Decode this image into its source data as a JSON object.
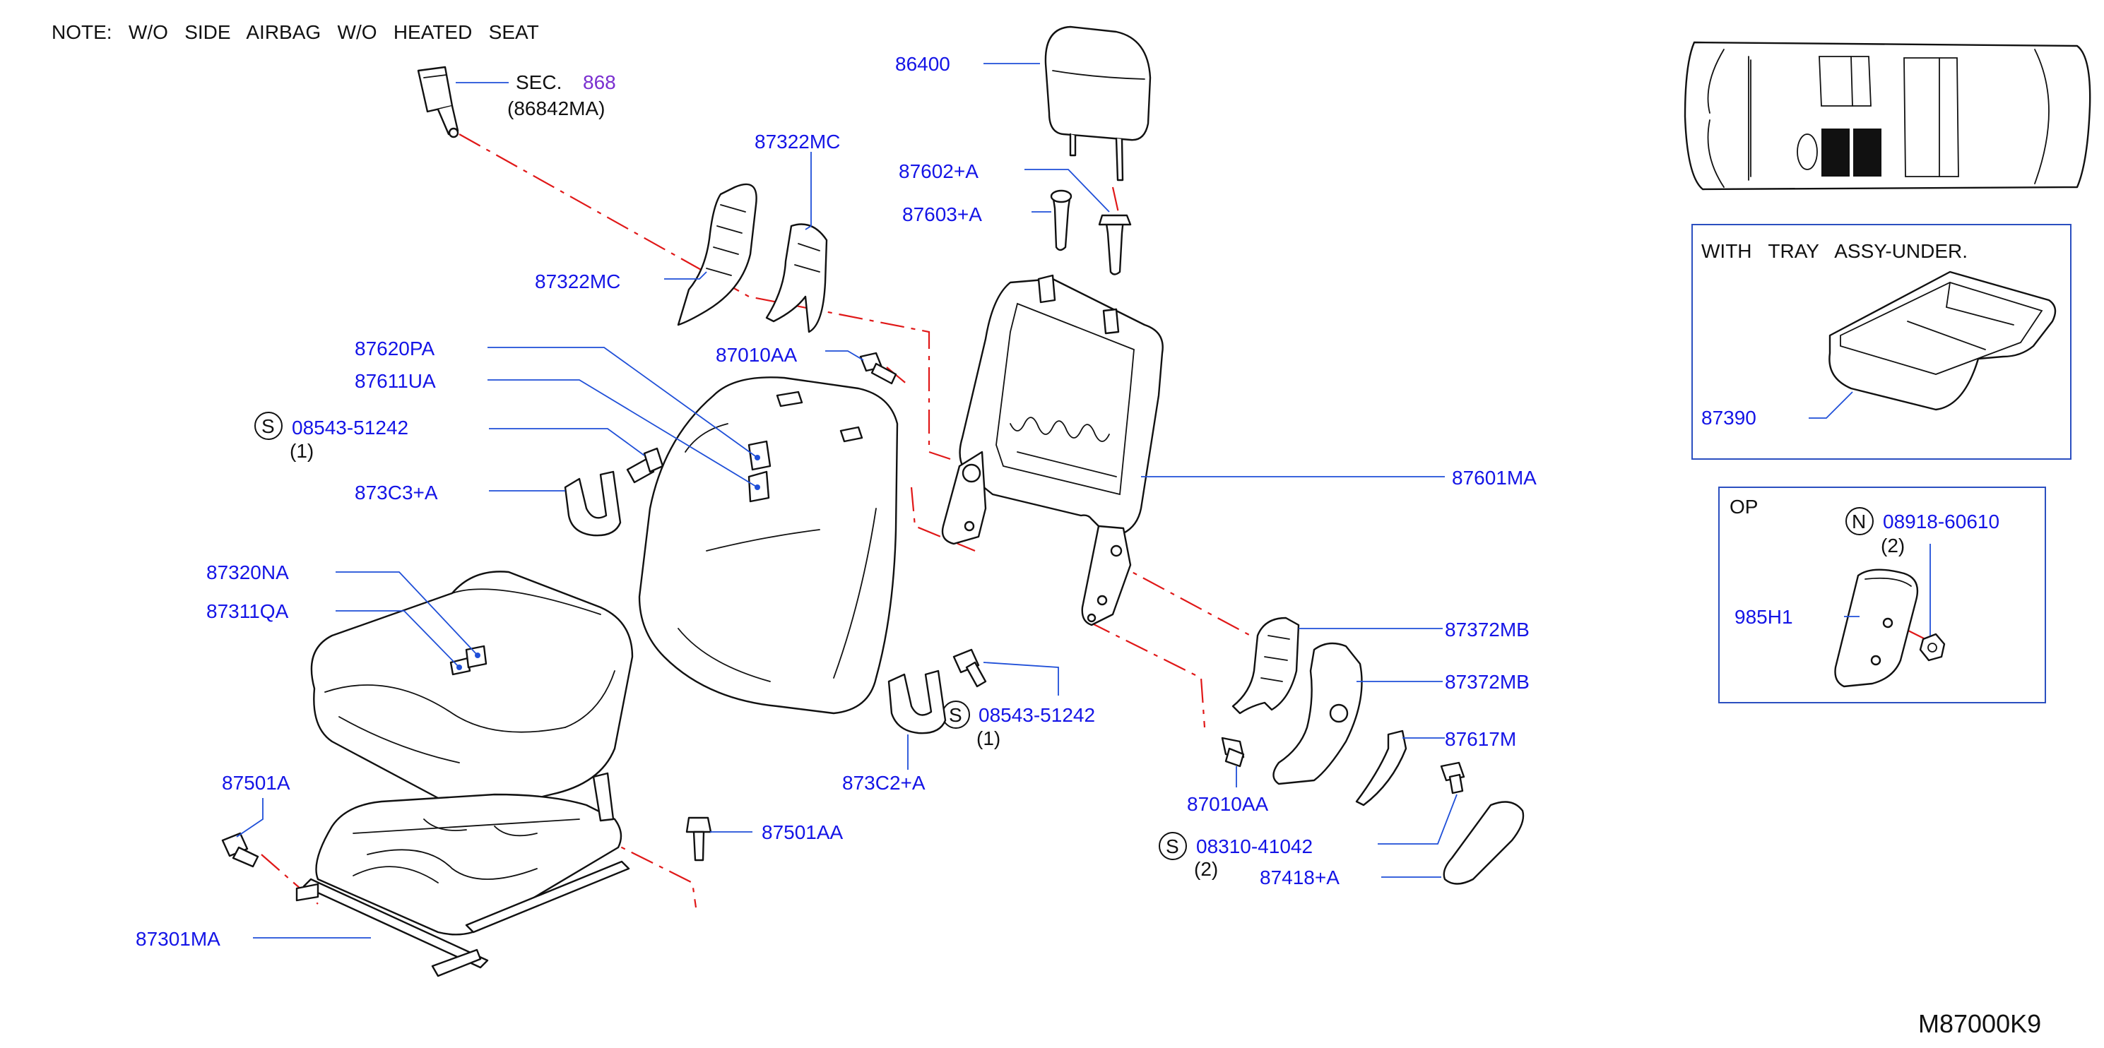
{
  "diagram_id": "M87000K9",
  "note": "NOTE:   W/O   SIDE   AIRBAG   W/O   HEATED   SEAT",
  "section_ref": {
    "prefix": "SEC.",
    "number": "868",
    "sub": "(86842MA)"
  },
  "parts": {
    "headrest": "86400",
    "guide_a": "87602+A",
    "guide_b": "87603+A",
    "finisher_1": "87322MC",
    "finisher_2": "87322MC",
    "back_bolt": "87010AA",
    "pad_a": "87620PA",
    "pad_b": "87611UA",
    "screw_1": "08543-51242",
    "screw_1_qty": "(1)",
    "clip_1": "873C3+A",
    "back_frame": "87601MA",
    "cushion_trim": "87320NA",
    "cushion_pad": "87311QA",
    "screw_2": "08543-51242",
    "screw_2_qty": "(1)",
    "clip_2": "873C2+A",
    "side_finisher_1": "87372MB",
    "side_finisher_2": "87372MB",
    "knob": "87617M",
    "lower_bolt": "87010AA",
    "screw_3": "08310-41042",
    "screw_3_qty": "(2)",
    "cover": "87418+A",
    "bolt_a": "87501A",
    "bolt_aa": "87501AA",
    "cushion_frame": "87301MA"
  },
  "symbols": {
    "s": "S",
    "n": "N"
  },
  "tray_box": {
    "title": "WITH   TRAY   ASSY-UNDER.",
    "part": "87390"
  },
  "op_box": {
    "title": "OP",
    "nut": "08918-60610",
    "nut_qty": "(2)",
    "part": "985H1"
  },
  "colors": {
    "part_label": "#1414e6",
    "leader": "#1f4fd8",
    "chain_line": "#e01818",
    "section_number": "#7a2fd0"
  }
}
